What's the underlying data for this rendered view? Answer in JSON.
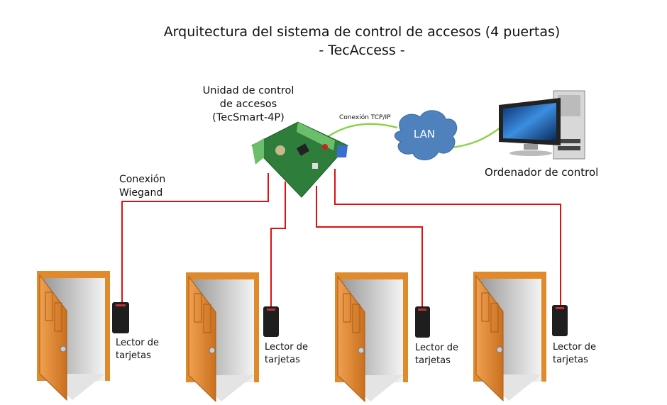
{
  "title": {
    "line1": "Arquitectura del sistema de control de accesos (4 puertas)",
    "line2": "- TecAccess -"
  },
  "controller": {
    "line1": "Unidad de control",
    "line2": "de accesos",
    "line3": "(TecSmart-4P)"
  },
  "tcp_label": "Conexión TCP/IP",
  "lan_label": "LAN",
  "pc_label": "Ordenador de control",
  "wiegand": {
    "line1": "Conexión",
    "line2": "Wiegand"
  },
  "readers": [
    {
      "line1": "Lector de",
      "line2": "tarjetas"
    },
    {
      "line1": "Lector de",
      "line2": "tarjetas"
    },
    {
      "line1": "Lector de",
      "line2": "tarjetas"
    },
    {
      "line1": "Lector de",
      "line2": "tarjetas"
    }
  ],
  "colors": {
    "wiegand_wire": "#e01010",
    "network_wire": "#8ed24a",
    "cloud": "#4f81bd",
    "door": "#e08a2c",
    "board": "#2e7d3a"
  }
}
